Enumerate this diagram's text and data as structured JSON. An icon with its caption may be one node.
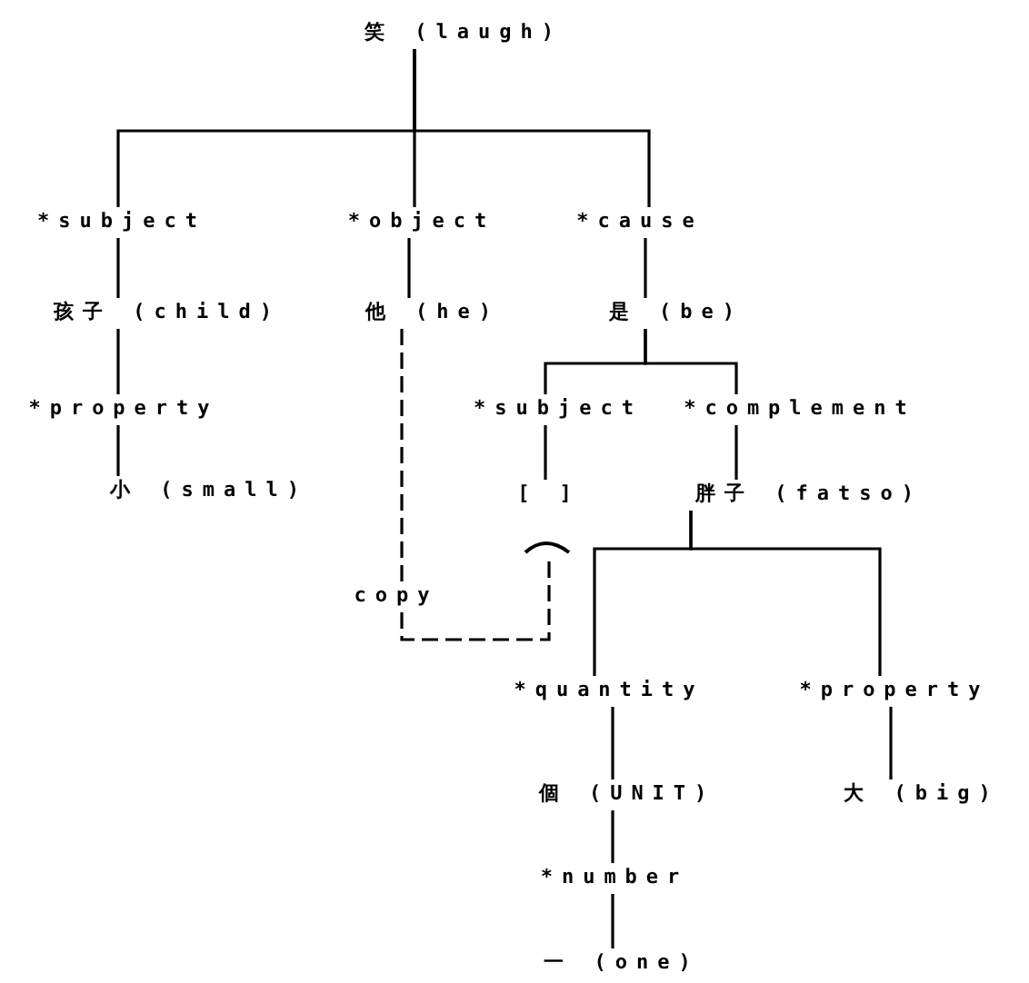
{
  "diagram": {
    "nodes": [
      {
        "text": [
          "笑 (laugh)"
        ]
      },
      {
        "text": [
          "*subject"
        ]
      },
      {
        "text": [
          "*object"
        ]
      },
      {
        "text": [
          "*cause"
        ]
      },
      {
        "text": [
          "孩子 (child)"
        ]
      },
      {
        "text": [
          "他 (he)"
        ]
      },
      {
        "text": [
          "是 (be)"
        ]
      },
      {
        "text": [
          "*property"
        ]
      },
      {
        "text": [
          "小 (small)"
        ]
      },
      {
        "text": [
          "*subject"
        ]
      },
      {
        "text": [
          "*complement"
        ]
      },
      {
        "text": [
          "[ ]"
        ]
      },
      {
        "text": [
          "胖子 (fatso)"
        ]
      },
      {
        "text": [
          "*quantity"
        ]
      },
      {
        "text": [
          "*property"
        ]
      },
      {
        "text": [
          "個 (UNIT)"
        ]
      },
      {
        "text": [
          "大 (big)"
        ]
      },
      {
        "text": [
          "*number"
        ]
      },
      {
        "text": [
          "一 (one)"
        ]
      }
    ],
    "edges": [
      {
        "from": 0,
        "to": 1,
        "arrow": "none"
      },
      {
        "from": 0,
        "to": 2,
        "arrow": "none"
      },
      {
        "from": 0,
        "to": 3,
        "arrow": "none"
      },
      {
        "from": 1,
        "to": 4,
        "arrow": "none"
      },
      {
        "from": 4,
        "to": 7,
        "arrow": "none"
      },
      {
        "from": 7,
        "to": 8,
        "arrow": "none"
      },
      {
        "from": 2,
        "to": 5,
        "arrow": "none"
      },
      {
        "from": 3,
        "to": 6,
        "arrow": "none"
      },
      {
        "from": 6,
        "to": 9,
        "arrow": "none"
      },
      {
        "from": 6,
        "to": 10,
        "arrow": "none"
      },
      {
        "from": 9,
        "to": 11,
        "arrow": "none"
      },
      {
        "from": 10,
        "to": 12,
        "arrow": "none"
      },
      {
        "from": 12,
        "to": 13,
        "arrow": "none"
      },
      {
        "from": 12,
        "to": 14,
        "arrow": "none"
      },
      {
        "from": 13,
        "to": 15,
        "arrow": "none"
      },
      {
        "from": 15,
        "to": 17,
        "arrow": "none"
      },
      {
        "from": 17,
        "to": 18,
        "arrow": "none"
      },
      {
        "from": 14,
        "to": 16,
        "arrow": "none"
      },
      {
        "from": 5,
        "to": 11,
        "arrow": "none",
        "style": "dashed",
        "label": "copy"
      }
    ]
  }
}
